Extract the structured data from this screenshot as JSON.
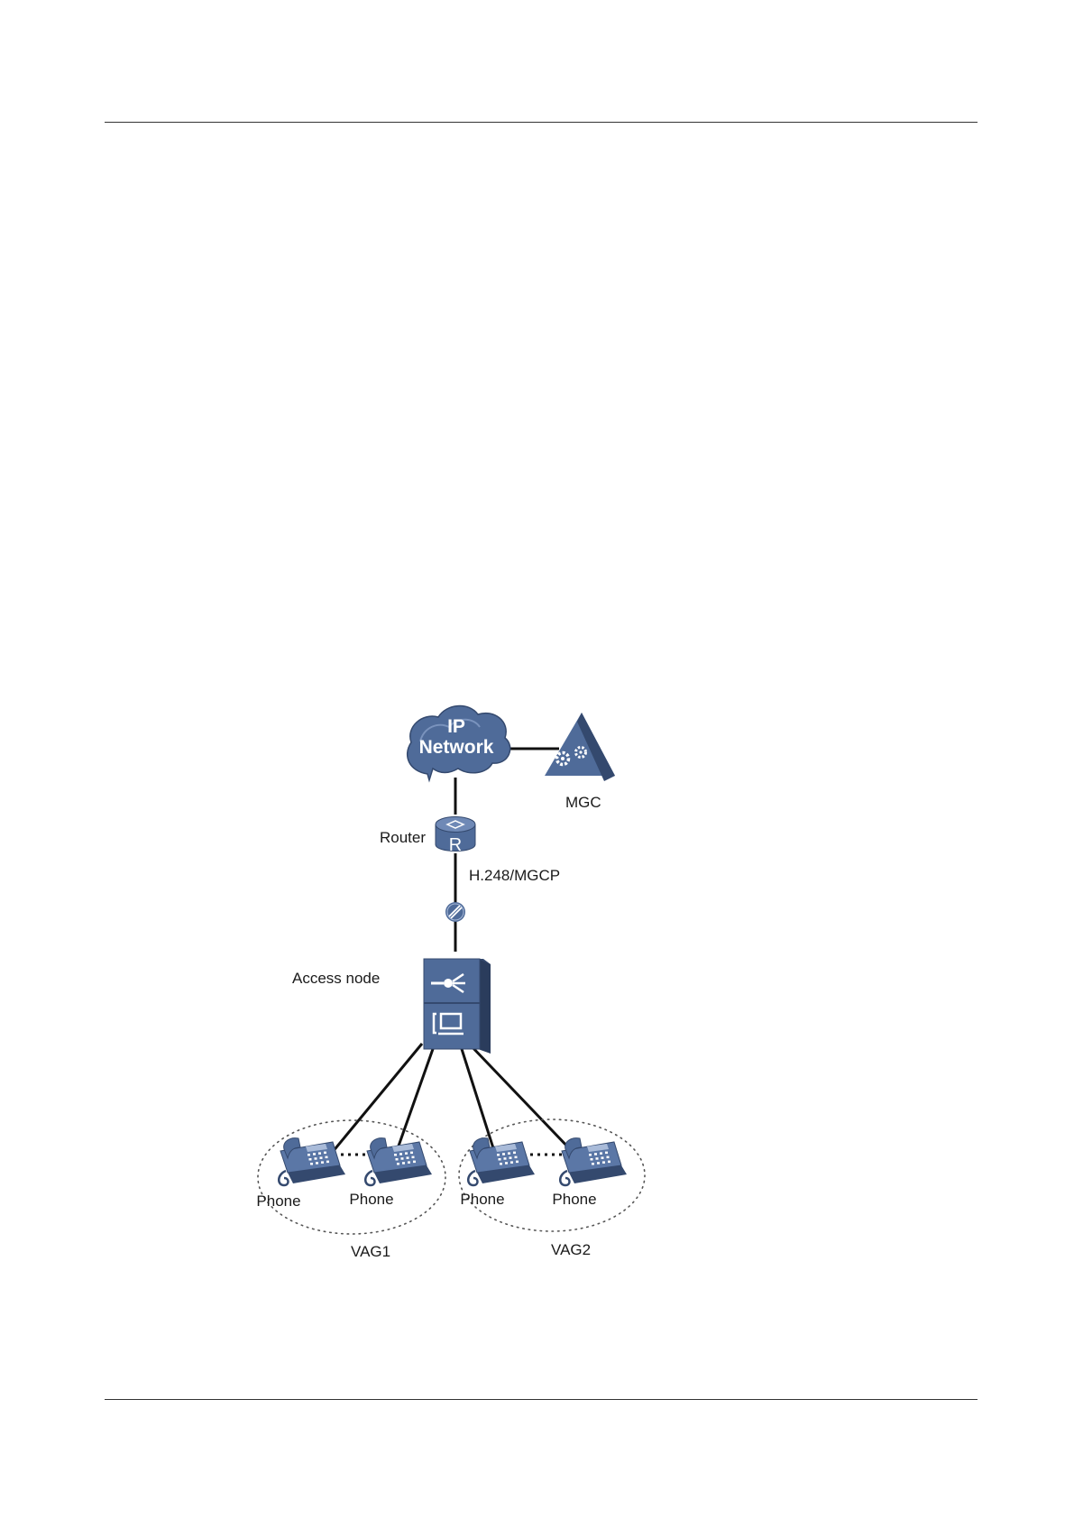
{
  "cloud": {
    "line1": "IP",
    "line2": "Network"
  },
  "labels": {
    "mgc": "MGC",
    "router": "Router",
    "router_glyph": "R",
    "protocol": "H.248/MGCP",
    "access_node": "Access node",
    "vag1": "VAG1",
    "vag2": "VAG2"
  },
  "phones": [
    "Phone",
    "Phone",
    "Phone",
    "Phone"
  ],
  "colors": {
    "device_blue": "#4f6b99",
    "device_dark": "#34496e",
    "device_light": "#7a93bd",
    "line": "#111111"
  }
}
